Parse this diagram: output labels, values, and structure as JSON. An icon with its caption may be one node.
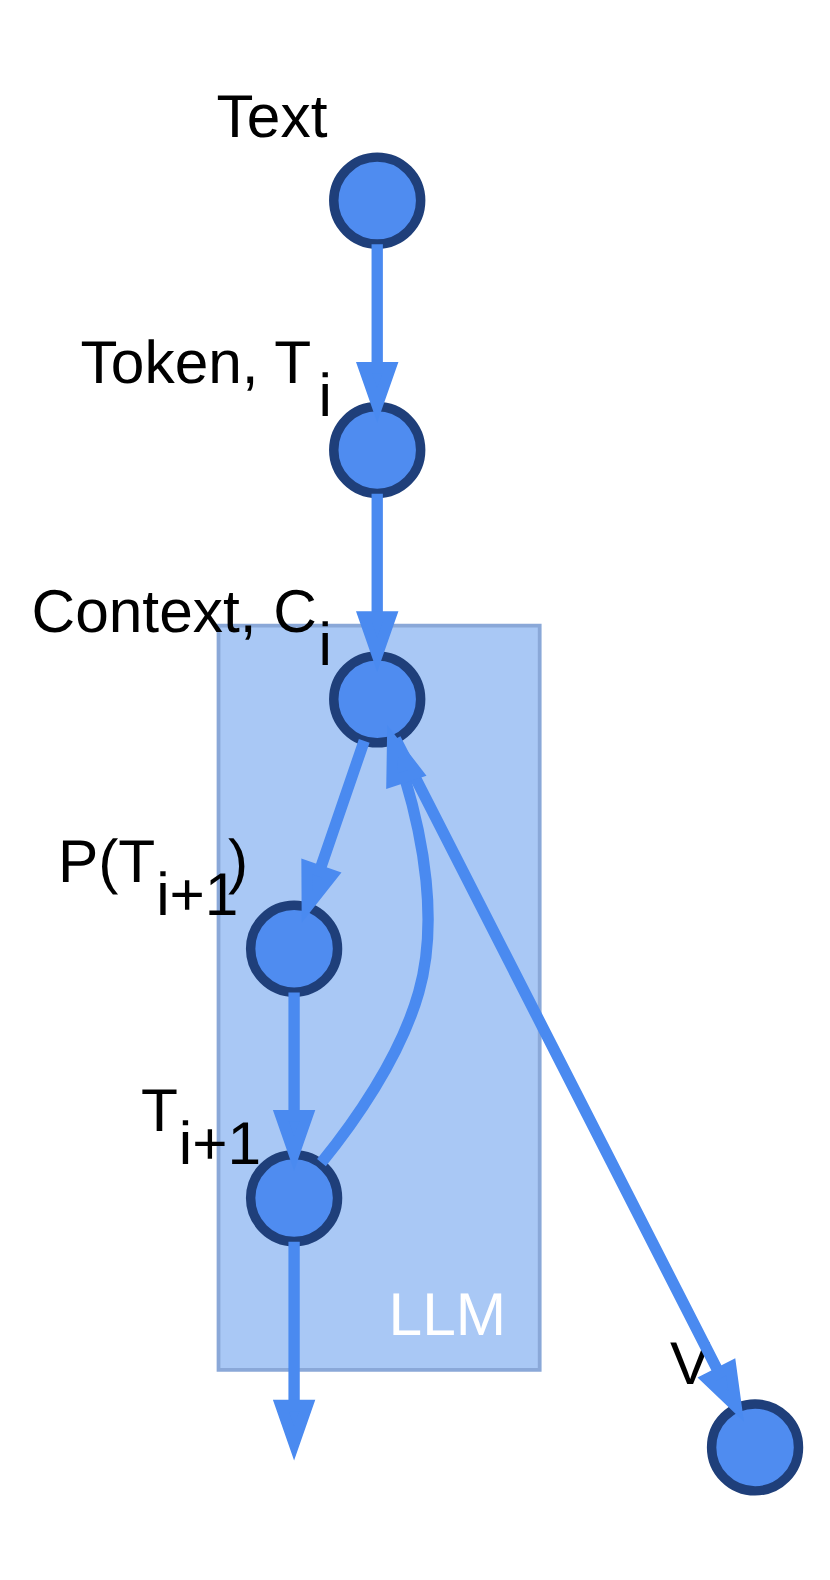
{
  "diagram": {
    "nodes": [
      {
        "text": [],
        "shape": "circle",
        "beside": [
          "Text"
        ]
      },
      {
        "text": [],
        "shape": "circle",
        "beside": [
          "Token, T$_{i}$"
        ]
      },
      {
        "text": [
          "LLM"
        ]
      },
      {
        "text": [],
        "shape": "circle",
        "in": 2,
        "beside": [
          "Context, C$_{i}$"
        ]
      },
      {
        "text": [],
        "shape": "circle",
        "in": 2,
        "beside": [
          "P(T$_{i+1}$)"
        ]
      },
      {
        "text": [],
        "shape": "circle",
        "in": 2,
        "beside": [
          "T$_{i+1}$"
        ]
      },
      {
        "text": [],
        "shape": "circle",
        "beside": [
          "V"
        ]
      }
    ],
    "edges": [
      {
        "from": 0,
        "to": 1,
        "arrow": "to"
      },
      {
        "from": 1,
        "to": 3,
        "arrow": "to"
      },
      {
        "from": 3,
        "to": 4,
        "arrow": "to"
      },
      {
        "from": 4,
        "to": 5,
        "arrow": "to"
      },
      {
        "from": 5,
        "to": 3,
        "arrow": "to"
      },
      {
        "from": 3,
        "to": 6,
        "arrow": "to"
      },
      {
        "from": 5,
        "to": null,
        "arrow": "to"
      }
    ]
  }
}
